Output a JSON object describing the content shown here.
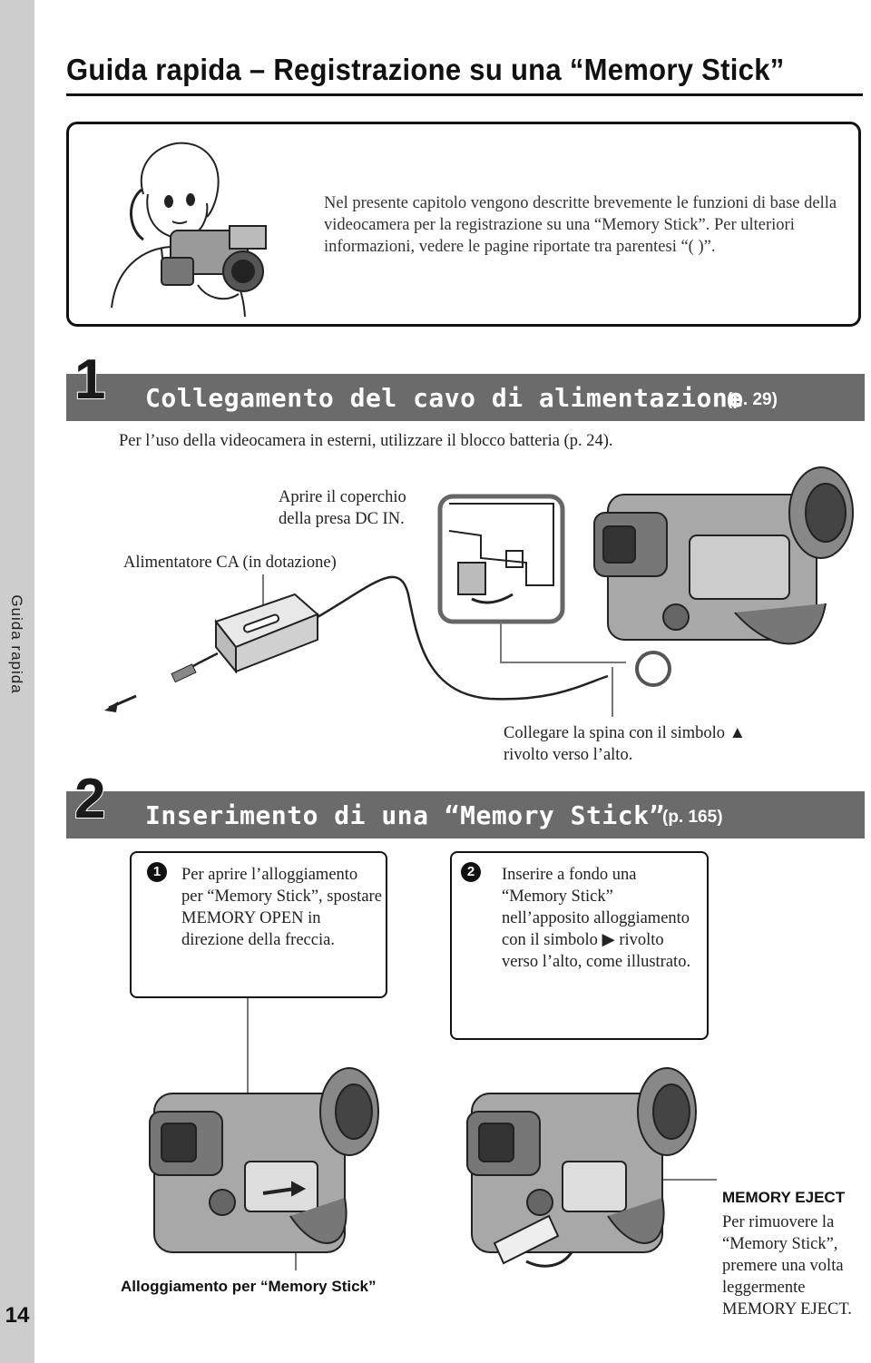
{
  "sidebar": {
    "label": "Guida rapida",
    "page_number": "14"
  },
  "page_title": "Guida rapida – Registrazione su una “Memory Stick”",
  "intro": {
    "text": "Nel presente capitolo vengono descritte brevemente le funzioni di base della videocamera per la registrazione su una “Memory Stick”. Per ulteriori informazioni, vedere le pagine riportate tra parentesi “( )”."
  },
  "step1": {
    "number": "1",
    "title": "Collegamento del cavo di alimentazione",
    "ref": "(p. 29)",
    "subtitle": "Per l’uso della videocamera in esterni, utilizzare il blocco batteria (p. 24).",
    "callout_cover": "Aprire il coperchio della presa DC IN.",
    "callout_adapter": "Alimentatore CA (in dotazione)",
    "callout_plug": "Collegare la spina con il simbolo ▲ rivolto verso l’alto."
  },
  "step2": {
    "number": "2",
    "title": "Inserimento di una “Memory Stick”",
    "ref": "(p. 165)",
    "box1": {
      "num": "1",
      "text": "Per aprire l’alloggiamento per “Memory Stick”, spostare MEMORY OPEN in direzione della freccia."
    },
    "box2": {
      "num": "2",
      "text": "Inserire a fondo una “Memory Stick” nell’apposito alloggiamento con il simbolo ▶ rivolto verso l’alto, come illustrato."
    },
    "slot_label": "Alloggiamento per “Memory Stick”",
    "eject_title": "MEMORY EJECT",
    "eject_text": "Per rimuovere la “Memory Stick”, premere una volta leggermente MEMORY EJECT."
  }
}
